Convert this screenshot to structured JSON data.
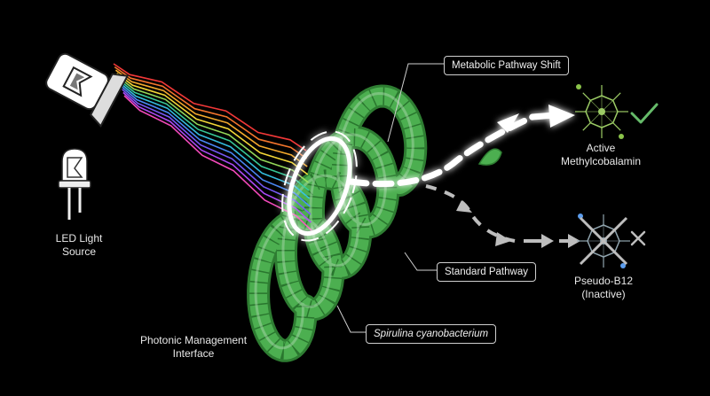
{
  "labels": {
    "led_source": [
      "LED Light",
      "Source"
    ],
    "interface": [
      "Photonic Management",
      "Interface"
    ],
    "active": [
      "Active",
      "Methylcobalamin"
    ],
    "inactive": [
      "Pseudo-B12",
      "(Inactive)"
    ]
  },
  "callouts": {
    "metabolic_shift": "Metabolic Pathway Shift",
    "standard": "Standard Pathway",
    "organism": "Spirulina cyanobacterium"
  },
  "symbols": {
    "active_mark": "check-icon",
    "inactive_mark": "cross-icon"
  },
  "colors": {
    "background": "#000000",
    "spirulina": "#4caf50",
    "active_path": "#ffffff",
    "standard_path": "#bdbdbd",
    "check": "#66bb6a",
    "molecule_active": "#9ccc65",
    "molecule_inactive": "#90a4ae",
    "spectrum": [
      "#ff3b3b",
      "#ff7a2e",
      "#ffb12e",
      "#ffe13a",
      "#9be15d",
      "#3ad29f",
      "#36c3e6",
      "#4d8dff",
      "#7a5cff",
      "#b34dff",
      "#ff4dc4"
    ]
  }
}
